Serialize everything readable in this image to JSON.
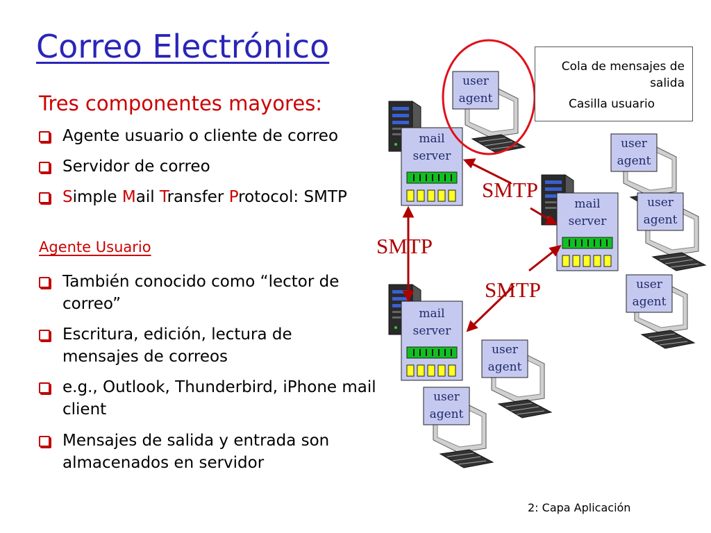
{
  "title": "Correo Electrónico",
  "subtitle": "Tres componentes mayores:",
  "components": [
    {
      "text": "Agente usuario o cliente de correo"
    },
    {
      "text": "Servidor de correo"
    },
    {
      "parts": [
        {
          "text": "S",
          "red": true
        },
        {
          "text": "imple ",
          "red": false
        },
        {
          "text": "M",
          "red": true
        },
        {
          "text": "ail ",
          "red": false
        },
        {
          "text": "T",
          "red": true
        },
        {
          "text": "ransfer ",
          "red": false
        },
        {
          "text": "P",
          "red": true
        },
        {
          "text": "rotocol: SMTP",
          "red": false
        }
      ]
    }
  ],
  "user_agent_heading": "Agente Usuario",
  "user_agent_points": [
    "También conocido como “lector de correo”",
    "Escritura, edición, lectura de mensajes de correos",
    "e.g., Outlook, Thunderbird, iPhone mail client",
    "Mensajes de salida y entrada son almacenados en servidor"
  ],
  "legend": {
    "queue_label": "Cola de mensajes de salida",
    "mailbox_label": "Casilla usuario"
  },
  "diagram": {
    "user_agent_label": "user agent",
    "mail_server_label": "mail server",
    "protocol_label": "SMTP"
  },
  "colors": {
    "title": "#2a25b8",
    "accent_red": "#cc0000",
    "server_box": "#c6c9ef",
    "queue_green": "#10c020",
    "mailbox_yellow": "#ffff20"
  },
  "footer": "2: Capa Aplicación"
}
